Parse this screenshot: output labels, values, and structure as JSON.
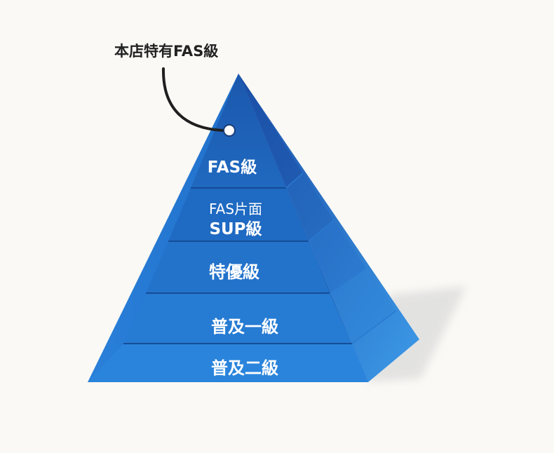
{
  "callout": {
    "label": "本店特有FAS級"
  },
  "tiers": [
    {
      "label": "FAS級"
    },
    {
      "label_line1": "FAS片面",
      "label_line2": "SUP級"
    },
    {
      "label": "特優級"
    },
    {
      "label": "普及一級"
    },
    {
      "label": "普及二級"
    }
  ],
  "colors": {
    "background": "#faf9f5",
    "front_light": "#2e8ae0",
    "front_dark": "#1a5fb8",
    "side_light": "#3d9ae8",
    "side_dark": "#1a4fa8",
    "divider": "#144a93",
    "label_text": "#ffffff",
    "callout_text": "#222222"
  }
}
